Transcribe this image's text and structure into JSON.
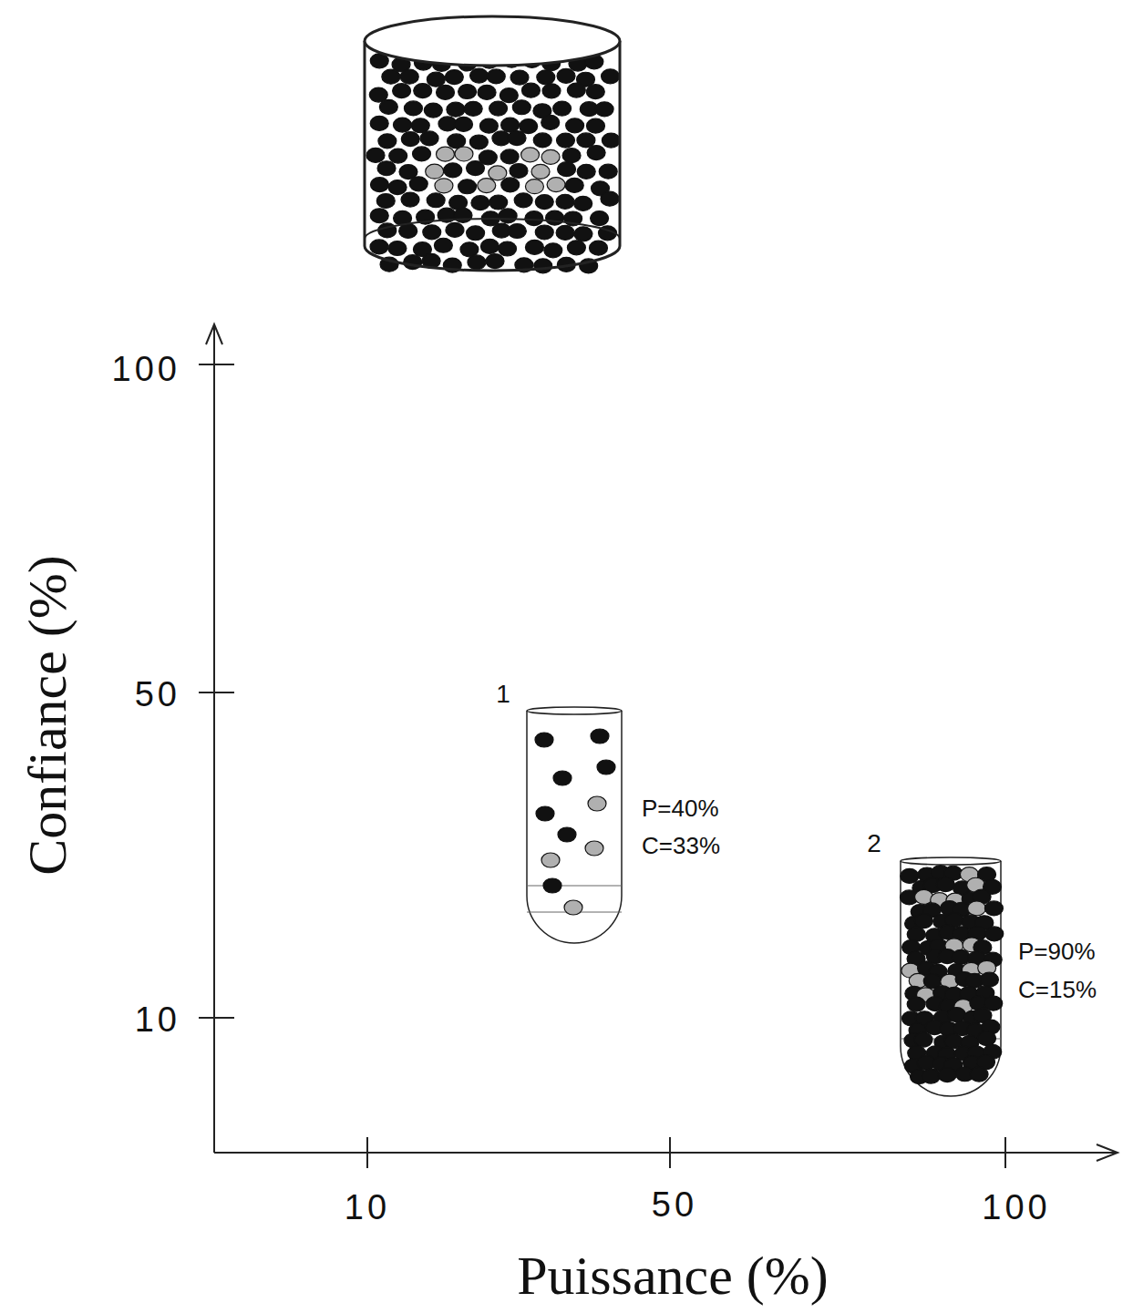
{
  "diagram": {
    "labels": [
      "100",
      "50",
      "10",
      "10",
      "50",
      "100",
      "Confiance (%)",
      "Puissance (%)",
      "1",
      "P=40%",
      "C=33%",
      "2",
      "P=90%",
      "C=15%"
    ]
  }
}
